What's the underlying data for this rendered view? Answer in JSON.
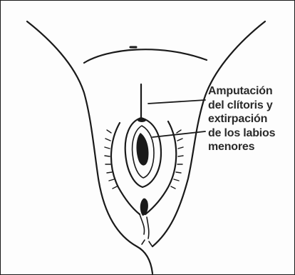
{
  "annotation": {
    "lines": [
      "Amputación",
      "del clítoris y",
      "extirpación",
      "de los labios",
      "menores"
    ]
  },
  "colors": {
    "ink": "#1a1a1a",
    "label": "#2a2a2a",
    "background": "#fdfdfd"
  }
}
